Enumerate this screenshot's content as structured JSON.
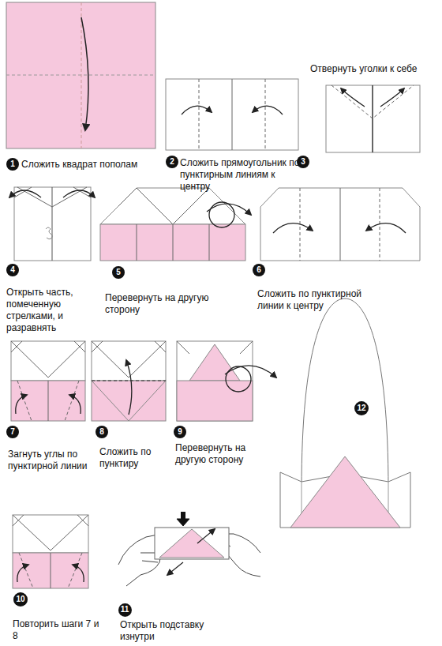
{
  "diagram": {
    "nodes": [
      {
        "text": [
          "1"
        ]
      },
      {
        "text": [
          "2"
        ]
      },
      {
        "text": [
          "3"
        ]
      },
      {
        "text": [
          "4"
        ]
      },
      {
        "text": [
          "5"
        ]
      },
      {
        "text": [
          "6"
        ]
      },
      {
        "text": [
          "7"
        ]
      },
      {
        "text": [
          "8"
        ]
      },
      {
        "text": [
          "9"
        ]
      },
      {
        "text": [
          "12"
        ]
      },
      {
        "text": [
          "10"
        ]
      },
      {
        "text": [
          "11"
        ]
      }
    ],
    "labels": [
      "Отвернуть уголки к себе",
      "Сложить квадрат пополам",
      "Сложить прямоугольник по пунктирным линиям к центру",
      "Открыть часть, помеченную стрелками, и разравнять",
      "Перевернуть на другую сторону",
      "Сложить по пунктирной линии к центру",
      "Загнуть углы по пунктирной линии",
      "Сложить по пунктиру",
      "Перевернуть на другую сторону",
      "Повторить шаги 7 и 8",
      "Открыть подставку изнутри"
    ]
  }
}
